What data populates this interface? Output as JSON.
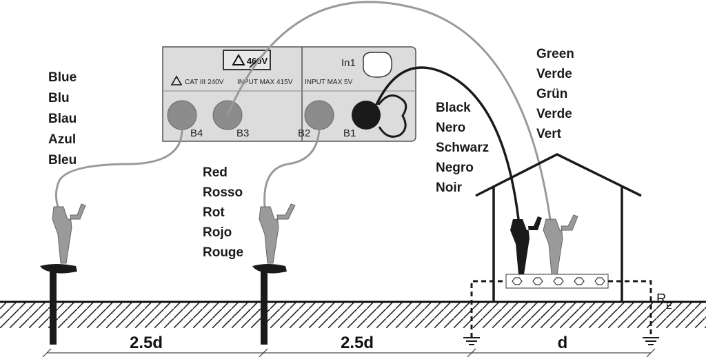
{
  "instrument": {
    "voltage_badge": "460V",
    "cat_rating": "CAT III 240V",
    "input_max_left": "INPUT MAX 415V",
    "input_max_right": "INPUT MAX 5V",
    "in1_label": "In1",
    "terminals": [
      "B4",
      "B3",
      "B2",
      "B1"
    ]
  },
  "labels": {
    "blue": [
      "Blue",
      "Blu",
      "Blau",
      "Azul",
      "Bleu"
    ],
    "red": [
      "Red",
      "Rosso",
      "Rot",
      "Rojo",
      "Rouge"
    ],
    "black": [
      "Black",
      "Nero",
      "Schwarz",
      "Negro",
      "Noir"
    ],
    "green": [
      "Green",
      "Verde",
      "Grün",
      "Verde",
      "Vert"
    ]
  },
  "resistance_label": "R",
  "resistance_sub": "E",
  "distances": [
    "2.5d",
    "2.5d",
    "d"
  ],
  "colors": {
    "cable_grey": "#9a9a9a",
    "cable_black": "#1a1a1a",
    "panel": "#dcdcdc",
    "terminal_fill": "#8c8c8c"
  }
}
